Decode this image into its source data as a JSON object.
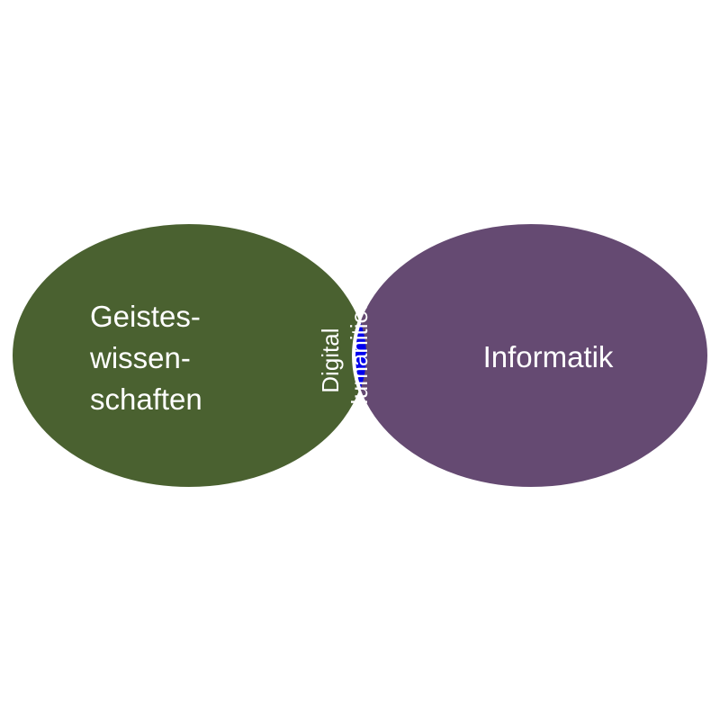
{
  "diagram": {
    "type": "venn",
    "sets": [
      {
        "lines": [
          "Geistes-",
          "wissen-",
          "schaften"
        ],
        "color": "#4a6130"
      },
      {
        "lines": [
          "Informatik"
        ],
        "color": "#654a72"
      }
    ],
    "intersection": {
      "lines": [
        "Digital",
        "Humanities"
      ],
      "color": "#0000ee"
    },
    "outline_color": "#ffffff"
  }
}
